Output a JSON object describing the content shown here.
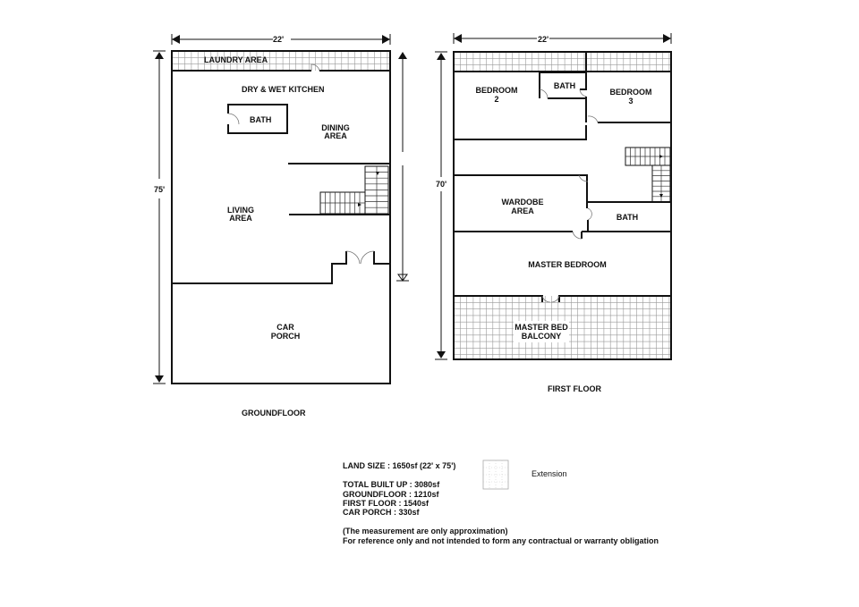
{
  "ground_floor": {
    "title": "GROUNDFLOOR",
    "width_dim": "22'",
    "length_dim": "75'",
    "rooms": {
      "laundry": "LAUNDRY AREA",
      "kitchen": "DRY & WET KITCHEN",
      "bath": "BATH",
      "dining_1": "DINING",
      "dining_2": "AREA",
      "living_1": "LIVING",
      "living_2": "AREA",
      "porch_1": "CAR",
      "porch_2": "PORCH"
    }
  },
  "first_floor": {
    "title": "FIRST FLOOR",
    "width_dim": "22'",
    "length_dim": "70'",
    "rooms": {
      "bedroom2_1": "BEDROOM",
      "bedroom2_2": "2",
      "bath_top": "BATH",
      "bedroom3_1": "BEDROOM",
      "bedroom3_2": "3",
      "wardrobe_1": "WARDOBE",
      "wardrobe_2": "AREA",
      "bath_mid": "BATH",
      "master": "MASTER BEDROOM",
      "balcony_1": "MASTER BED",
      "balcony_2": "BALCONY"
    }
  },
  "legend": {
    "extension": "Extension",
    "land_size": "LAND SIZE : 1650sf (22' x 75')",
    "built_up": "TOTAL BUILT UP : 3080sf",
    "groundfloor": "GROUNDFLOOR : 1210sf",
    "first_floor": "FIRST FLOOR : 1540sf",
    "car_porch": "CAR PORCH : 330sf",
    "note1": "(The measurement are only approximation)",
    "note2": "For reference only and not intended to form any contractual or warranty obligation"
  }
}
